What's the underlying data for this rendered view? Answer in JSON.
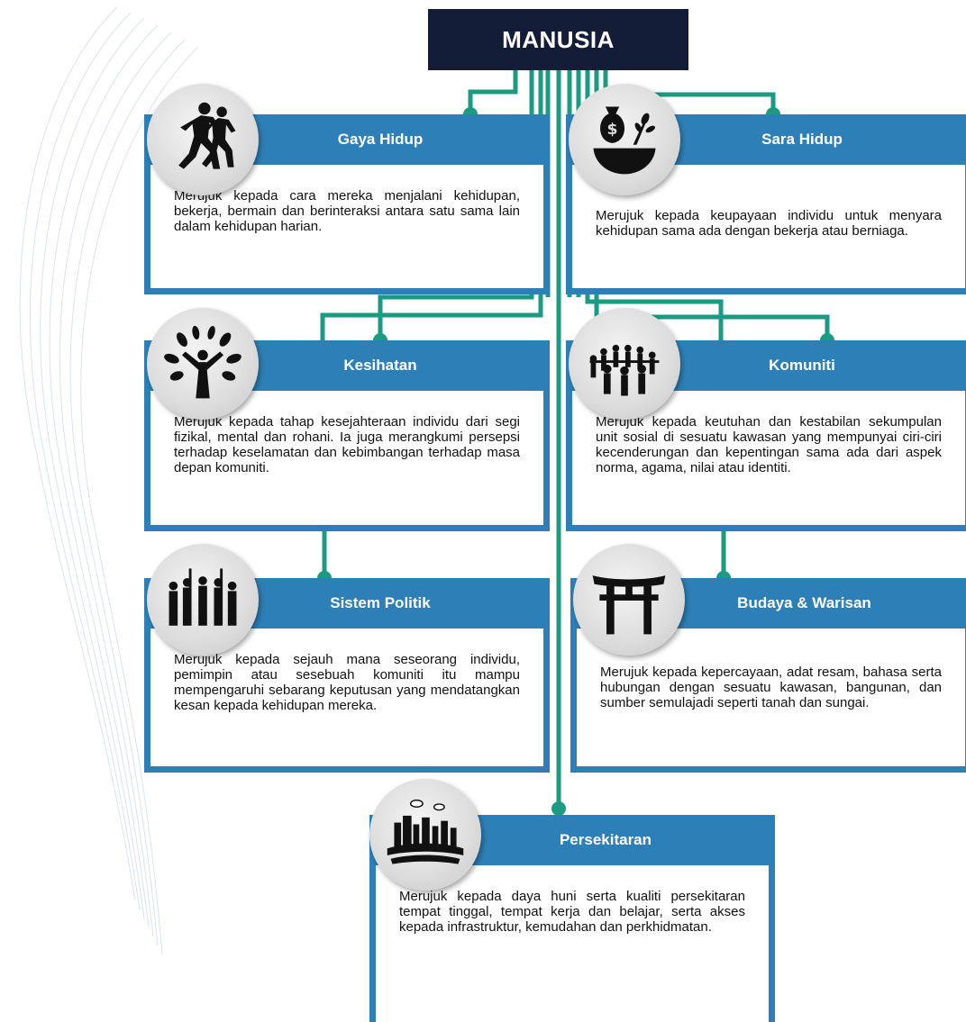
{
  "root": {
    "title": "MANUSIA"
  },
  "cards": [
    {
      "title": "Gaya Hidup",
      "icon": "running-people-icon",
      "text": "Merujuk kepada cara mereka menjalani kehidupan, bekerja, bermain dan berinteraksi antara satu sama lain dalam kehidupan harian."
    },
    {
      "title": "Sara Hidup",
      "icon": "money-bag-bowl-icon",
      "text": "Merujuk kepada keupayaan individu untuk menyara kehidupan sama ada dengan bekerja atau berniaga."
    },
    {
      "title": "Kesihatan",
      "icon": "tree-person-icon",
      "text": "Merujuk kepada tahap kesejahteraan individu dari segi fizikal, mental dan rohani. Ia juga merangkumi persepsi terhadap keselamatan dan kebimbangan terhadap masa depan komuniti."
    },
    {
      "title": "Komuniti",
      "icon": "people-circle-icon",
      "text": "Merujuk kepada keutuhan dan kestabilan sekumpulan unit sosial di sesuatu kawasan yang mempunyai ciri-ciri kecenderungan dan kepentingan sama ada dari aspek norma, agama, nilai atau identiti."
    },
    {
      "title": "Sistem Politik",
      "icon": "crowd-icon",
      "text": "Merujuk kepada sejauh mana seseorang individu, pemimpin atau sesebuah komuniti itu mampu mempengaruhi sebarang keputusan yang mendatangkan kesan kepada kehidupan mereka."
    },
    {
      "title": "Budaya & Warisan",
      "icon": "torii-gate-icon",
      "text": "Merujuk kepada kepercayaan, adat resam, bahasa serta hubungan dengan sesuatu kawasan, bangunan, dan sumber semulajadi seperti tanah dan sungai."
    },
    {
      "title": "Persekitaran",
      "icon": "city-landscape-icon",
      "text": "Merujuk kepada daya huni serta kualiti persekitaran tempat tinggal, tempat kerja dan belajar, serta akses kepada infrastruktur, kemudahan dan perkhidmatan."
    }
  ],
  "colors": {
    "card_blue": "#2d80b7",
    "root_navy": "#141d38",
    "connector_teal": "#1a9b82"
  }
}
